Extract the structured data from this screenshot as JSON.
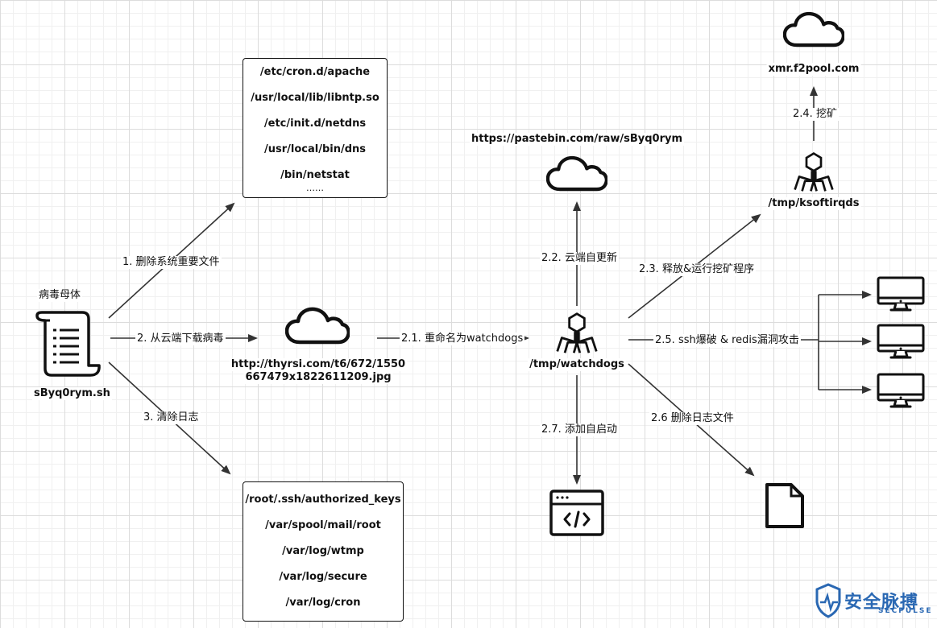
{
  "source": {
    "title": "病毒母体",
    "name": "sByq0rym.sh"
  },
  "steps": {
    "s1": "1. 删除系统重要文件",
    "s2": "2. 从云端下载病毒",
    "s3": "3. 清除日志",
    "s21": "2.1. 重命名为watchdogs",
    "s22": "2.2. 云端自更新",
    "s23": "2.3. 释放&运行挖矿程序",
    "s24": "2.4. 挖矿",
    "s25": "2.5. ssh爆破 & redis漏洞攻击",
    "s26": "2.6 删除日志文件",
    "s27": "2.7. 添加自启动"
  },
  "deleted_files": [
    "/etc/cron.d/apache",
    "/usr/local/lib/libntp.so",
    "/etc/init.d/netdns",
    "/usr/local/bin/dns",
    "/bin/netstat",
    "……"
  ],
  "cleared_logs": [
    "/root/.ssh/authorized_keys",
    "/var/spool/mail/root",
    "/var/log/wtmp",
    "/var/log/secure",
    "/var/log/cron"
  ],
  "download_url": {
    "line1": "http://thyrsi.com/t6/672/1550",
    "line2": "667479x1822611209.jpg"
  },
  "watchdogs_label": "/tmp/watchdogs",
  "pastebin_label": "https://pastebin.com/raw/sByq0rym",
  "miner_label": "/tmp/ksoftirqds",
  "pool_label": "xmr.f2pool.com",
  "logo": {
    "text": "安全脉搏",
    "sub": "SECPULSE",
    "color": "#2a68b3"
  },
  "colors": {
    "stroke": "#111111",
    "arrow": "#3a3a3a"
  }
}
